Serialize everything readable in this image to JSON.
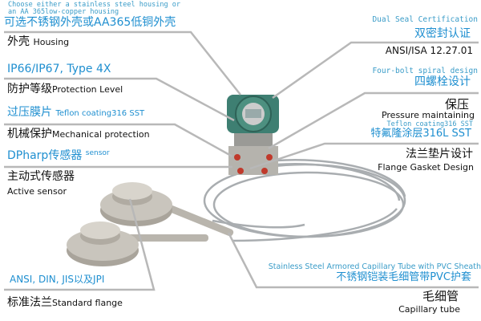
{
  "left": {
    "housing_note_en": "Choose either a stainless steel housing or an AA 365low-copper housing",
    "housing_note_cn": "可选不锈钢外壳或AA365低铜外壳",
    "housing_cn": "外壳",
    "housing_en": "Housing",
    "ip_rating": "IP66/IP67, Type 4X",
    "protection_cn": "防护等级",
    "protection_en": "Protection Level",
    "overpressure_cn": "过压膜片",
    "overpressure_en": "Teflon coating316 SST",
    "mechanical_cn": "机械保护",
    "mechanical_en": "Mechanical protection",
    "dpharp_cn": "DPharp传感器",
    "dpharp_en": "sensor",
    "active_cn": "主动式传感器",
    "active_en": "Active sensor",
    "standards": "ANSI, DIN, JIS以及JPI",
    "flange_cn": "标准法兰",
    "flange_en": "Standard flange"
  },
  "right": {
    "dual_seal_en": "Dual Seal Certification",
    "dual_seal_cn": "双密封认证",
    "ansi_isa": "ANSI/ISA 12.27.01",
    "four_bolt_en": "Four-bolt spiral design",
    "four_bolt_cn": "四螺栓设计",
    "pressure_cn": "保压",
    "pressure_en": "Pressure maintaining",
    "teflon_en": "Teflon coating316 SST",
    "teflon_cn": "特氟隆涂层316L SST",
    "gasket_cn": "法兰垫片设计",
    "gasket_en": "Flange Gasket Design",
    "capillary_note_en": "Stainless Steel Armored Capillary Tube with PVC Sheath",
    "capillary_note_cn": "不锈钢铠装毛细管带PVC护套",
    "capillary_cn": "毛细管",
    "capillary_en": "Capillary tube"
  },
  "colors": {
    "accent": "#1f8fd0",
    "leader": "#b8b8b8",
    "housing": "#3e7f72"
  }
}
